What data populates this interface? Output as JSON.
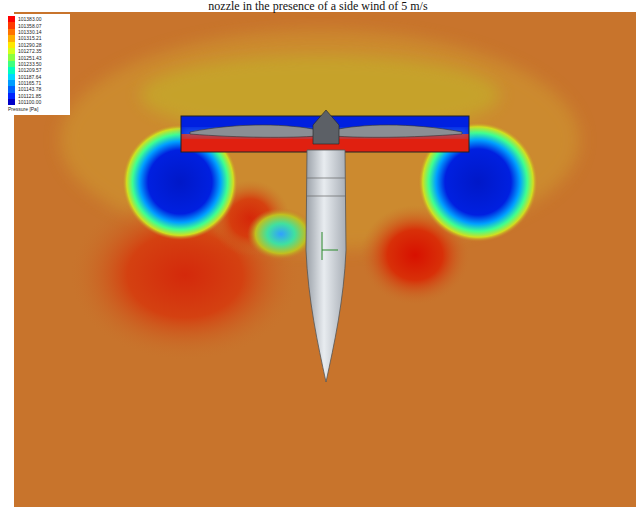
{
  "diagram": {
    "caption": "nozzle in the presence of a side wind of 5 m/s",
    "labels": [
      "Pressure [Pa]"
    ],
    "legend": [
      {
        "text": "101383.00",
        "color": "#ff0000"
      },
      {
        "text": "101358.07",
        "color": "#ff3a00"
      },
      {
        "text": "101330.14",
        "color": "#ff7400"
      },
      {
        "text": "101315.21",
        "color": "#ffae00"
      },
      {
        "text": "101290.28",
        "color": "#ffe800"
      },
      {
        "text": "101272.35",
        "color": "#d4ff1a"
      },
      {
        "text": "101251.43",
        "color": "#8cff40"
      },
      {
        "text": "101233.50",
        "color": "#40ff80"
      },
      {
        "text": "101209.57",
        "color": "#00ffc0"
      },
      {
        "text": "101187.64",
        "color": "#00d8ff"
      },
      {
        "text": "101165.71",
        "color": "#009cff"
      },
      {
        "text": "101143.78",
        "color": "#0060ff"
      },
      {
        "text": "101121.85",
        "color": "#0024ff"
      },
      {
        "text": "101100.00",
        "color": "#0000c8"
      }
    ]
  }
}
